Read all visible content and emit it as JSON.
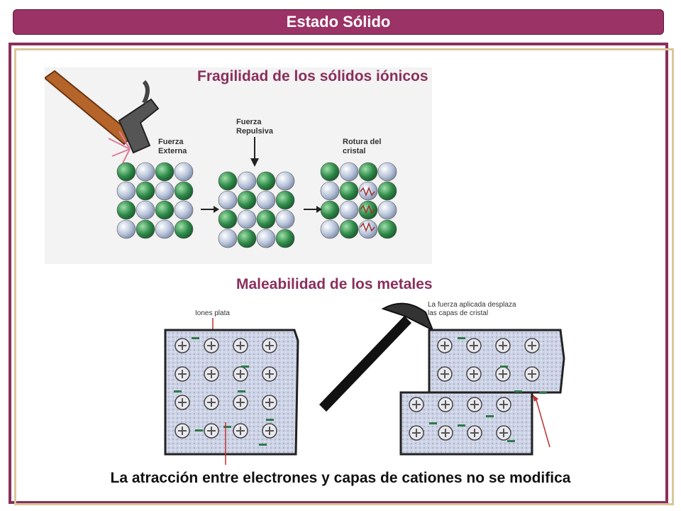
{
  "title": "Estado Sólido",
  "section1": {
    "heading": "Fragilidad de los sólidos iónicos",
    "labels": {
      "external_force": [
        "Fuerza",
        "Externa"
      ],
      "repulsive_force": [
        "Fuerza",
        "Repulsiva"
      ],
      "crystal_break": [
        "Rotura del",
        "cristal"
      ]
    }
  },
  "section2": {
    "heading": "Maleabilidad de los metales",
    "labels": {
      "ions": "Iones plata",
      "force": [
        "La fuerza aplicada desplaza",
        "las capas de cristal"
      ]
    }
  },
  "caption": "La atracción entre electrones y capas de cationes no se modifica",
  "colors": {
    "accent": "#9b3366",
    "frame": "#8a2f5c",
    "inner_frame": "#d9c79a",
    "green_ion": "#2f8a4a",
    "blue_ion": "#b8c4da"
  }
}
